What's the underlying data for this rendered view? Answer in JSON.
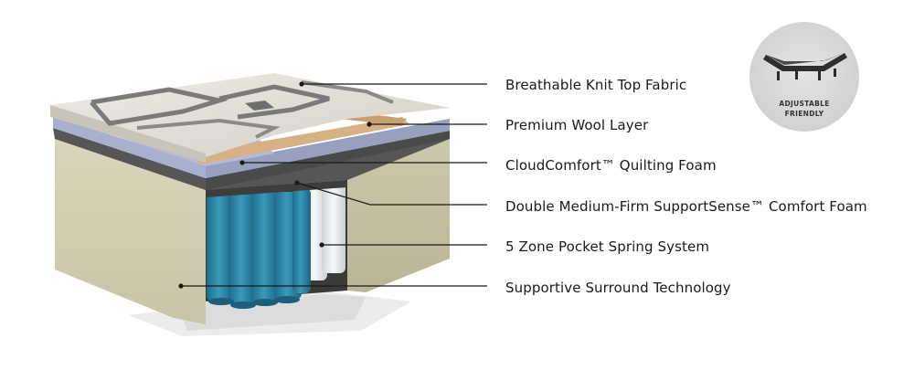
{
  "layers": [
    {
      "label": "Breathable Knit Top Fabric"
    },
    {
      "label": "Premium Wool Layer"
    },
    {
      "label": "CloudComfort™ Quilting Foam"
    },
    {
      "label": "Double Medium-Firm SupportSense™ Comfort Foam"
    },
    {
      "label": "5 Zone Pocket Spring System"
    },
    {
      "label": "Supportive Surround Technology"
    }
  ],
  "badge": {
    "line1": "ADJUSTABLE",
    "line2": "FRIENDLY",
    "icon": "adjustable-bed-icon"
  },
  "colors": {
    "text": "#1a1a1a",
    "fabric": "#e3e0d8",
    "wool": "#d7b487",
    "quilting_foam": "#a7aecd",
    "comfort_foam": "#565656",
    "spring_blue": "#2f85a6",
    "spring_white": "#ebefef",
    "surround": "#cfcbaf",
    "badge_bg": "#dadada"
  }
}
